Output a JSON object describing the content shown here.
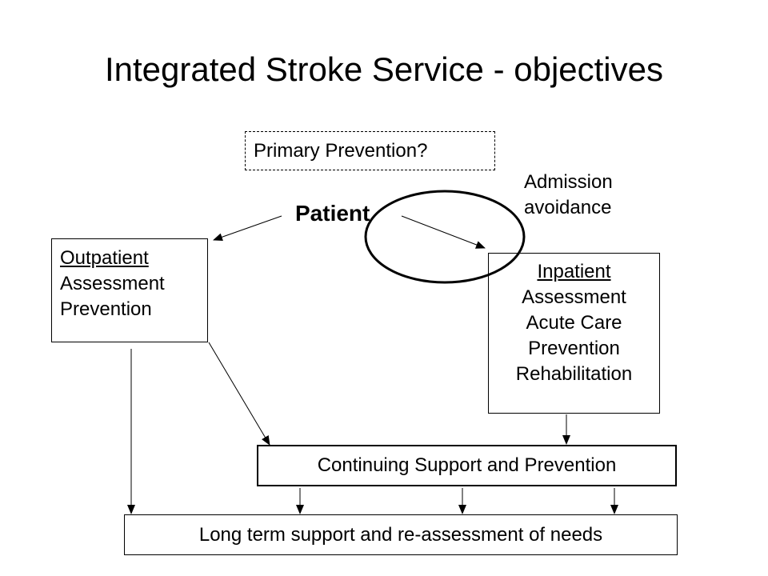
{
  "title": "Integrated Stroke Service - objectives",
  "nodes": {
    "primary_prevention": "Primary Prevention?",
    "patient": "Patient",
    "admission_avoidance": [
      "Admission",
      "avoidance"
    ],
    "outpatient": {
      "heading": "Outpatient",
      "lines": [
        "Assessment",
        "Prevention"
      ]
    },
    "inpatient": {
      "heading": "Inpatient",
      "lines": [
        "Assessment",
        "Acute Care",
        "Prevention",
        "Rehabilitation"
      ]
    },
    "continuing_support": "Continuing Support and Prevention",
    "long_term_support": "Long term support and re-assessment of needs"
  },
  "edges": [
    {
      "from": "patient",
      "to": "outpatient"
    },
    {
      "from": "patient",
      "to": "inpatient"
    },
    {
      "from": "outpatient",
      "to": "continuing_support"
    },
    {
      "from": "outpatient",
      "to": "long_term_support"
    },
    {
      "from": "inpatient",
      "to": "continuing_support"
    },
    {
      "from": "continuing_support",
      "to": "long_term_support"
    }
  ],
  "colors": {
    "stroke": "#000000",
    "background": "#ffffff"
  }
}
